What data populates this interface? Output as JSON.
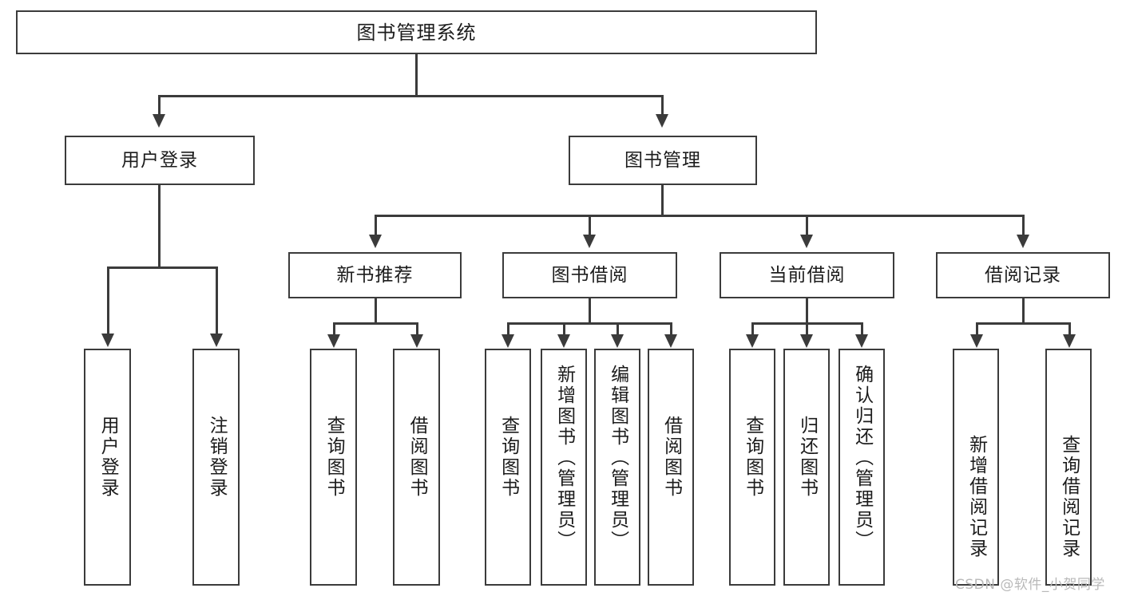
{
  "diagram": {
    "title": "图书管理系统",
    "type": "hierarchy-tree",
    "levels": 4,
    "colors": {
      "border": "#3b3b3b",
      "background": "#ffffff",
      "text": "#1c1c1c",
      "watermark": "#b9b9b9"
    }
  },
  "root": {
    "label": "图书管理系统"
  },
  "level2": [
    {
      "label": "用户登录"
    },
    {
      "label": "图书管理"
    }
  ],
  "level3": [
    {
      "label": "新书推荐"
    },
    {
      "label": "图书借阅"
    },
    {
      "label": "当前借阅"
    },
    {
      "label": "借阅记录"
    }
  ],
  "leaves": {
    "user_login": [
      {
        "label": "用户登录"
      },
      {
        "label": "注销登录"
      }
    ],
    "new_book_recommend": [
      {
        "label": "查询图书"
      },
      {
        "label": "借阅图书"
      }
    ],
    "book_borrow": [
      {
        "label": "查询图书"
      },
      {
        "label": "新增图书（管理员）"
      },
      {
        "label": "编辑图书（管理员）"
      },
      {
        "label": "借阅图书"
      }
    ],
    "current_borrow": [
      {
        "label": "查询图书"
      },
      {
        "label": "归还图书"
      },
      {
        "label": "确认归还（管理员）"
      }
    ],
    "borrow_record": [
      {
        "label": "新增借阅记录"
      },
      {
        "label": "查询借阅记录"
      }
    ]
  },
  "watermark": {
    "text": "CSDN @软件_小贺同学"
  }
}
